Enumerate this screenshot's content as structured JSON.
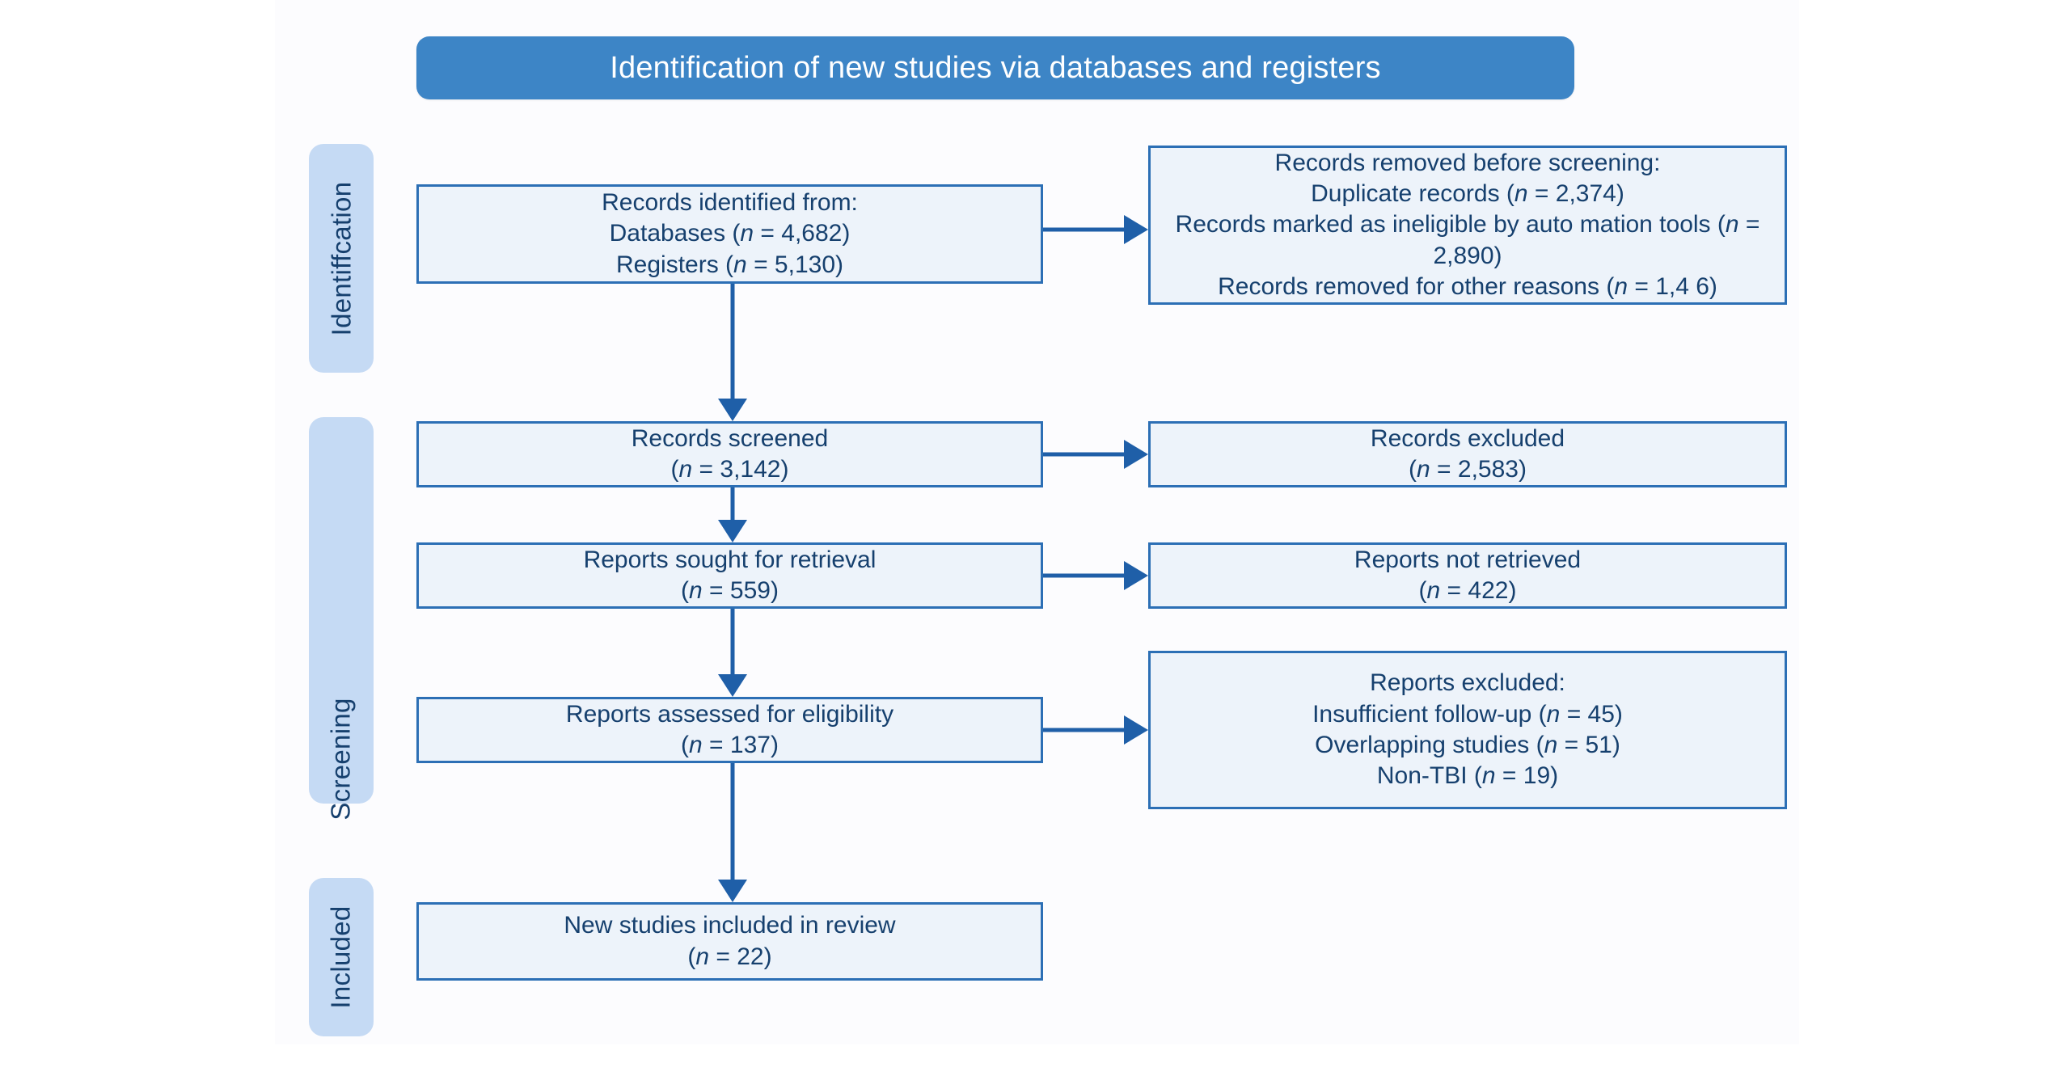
{
  "header": {
    "title": "Identification of new studies via databases and registers"
  },
  "stages": [
    {
      "id": "identification",
      "label": "Identiffcation"
    },
    {
      "id": "screening",
      "label": "Screening"
    },
    {
      "id": "included",
      "label": "Included"
    }
  ],
  "boxes": {
    "identified": {
      "lines": [
        "Records identified from:",
        "Databases (n = 4,682)",
        "Registers (n = 5,130)"
      ]
    },
    "removed": {
      "lines": [
        "Records removed before screening:",
        "Duplicate records (n = 2,374)",
        "Records marked as ineligible by auto mation tools (n = 2,890)",
        "Records removed for other reasons (n = 1,4  6)"
      ]
    },
    "screened": {
      "lines": [
        "Records screened",
        "(n = 3,142)"
      ]
    },
    "excluded": {
      "lines": [
        "Records excluded",
        "(n = 2,583)"
      ]
    },
    "sought": {
      "lines": [
        "Reports sought for retrieval",
        "(n = 559)"
      ]
    },
    "not_retrieved": {
      "lines": [
        "Reports not retrieved",
        "(n = 422)"
      ]
    },
    "assessed": {
      "lines": [
        "Reports assessed for eligibility",
        "(n = 137)"
      ]
    },
    "reports_excluded": {
      "lines": [
        "Reports excluded:",
        "Insufficient follow-up (n = 45)",
        "Overlapping studies (n = 51)",
        "Non-TBI (n = 19)"
      ]
    },
    "included": {
      "lines": [
        "New studies included in review",
        "(n = 22)"
      ]
    }
  },
  "colors": {
    "header_banner": "#3d85c6",
    "stage_pill": "#c5daf4",
    "box_fill": "#edf3fa",
    "box_border": "#2c6fb5",
    "text": "#16406e",
    "connector": "#1f5fa8"
  }
}
